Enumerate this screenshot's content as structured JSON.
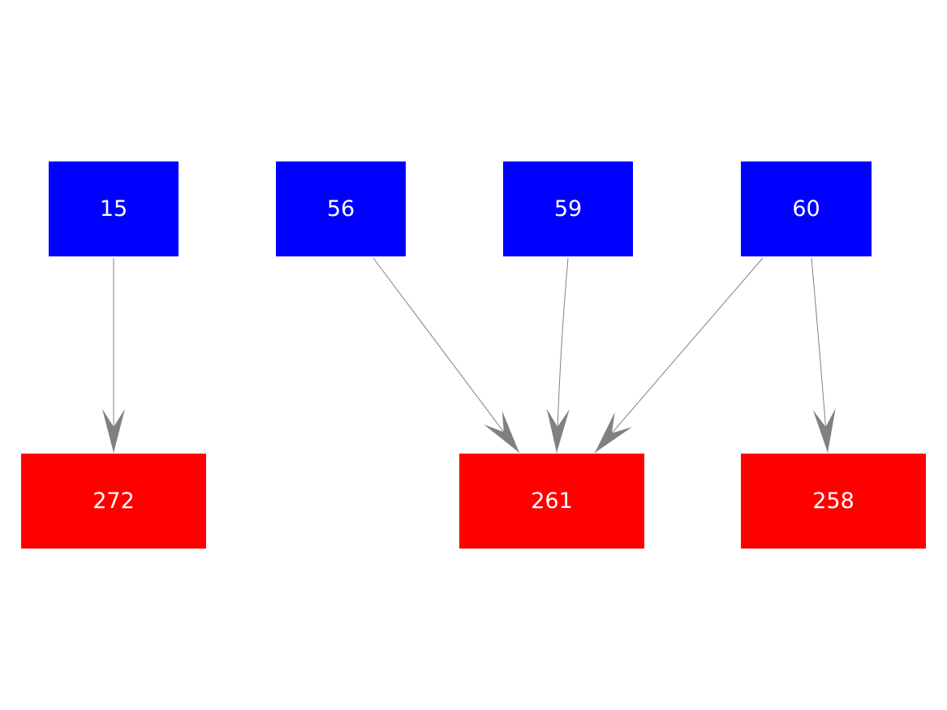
{
  "colors": {
    "source": "#0000ff",
    "target": "#ff0000",
    "edge": "#808080",
    "label": "#ffffff",
    "background": "#ffffff"
  },
  "nodes": [
    {
      "id": "15",
      "label": "15",
      "kind": "source"
    },
    {
      "id": "56",
      "label": "56",
      "kind": "source"
    },
    {
      "id": "59",
      "label": "59",
      "kind": "source"
    },
    {
      "id": "60",
      "label": "60",
      "kind": "source"
    },
    {
      "id": "272",
      "label": "272",
      "kind": "target"
    },
    {
      "id": "261",
      "label": "261",
      "kind": "target"
    },
    {
      "id": "258",
      "label": "258",
      "kind": "target"
    }
  ],
  "edges": [
    {
      "from": "15",
      "to": "272"
    },
    {
      "from": "56",
      "to": "261"
    },
    {
      "from": "59",
      "to": "261"
    },
    {
      "from": "60",
      "to": "261"
    },
    {
      "from": "60",
      "to": "258"
    }
  ]
}
